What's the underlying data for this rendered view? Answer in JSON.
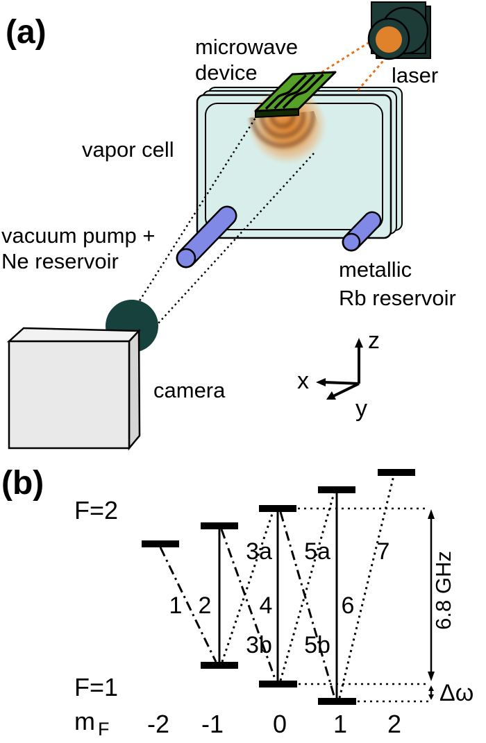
{
  "figure": {
    "panel_a_label": "(a)",
    "panel_b_label": "(b)"
  },
  "panel_a": {
    "microwave_device_line1": "microwave",
    "microwave_device_line2": "device",
    "laser_label": "laser",
    "vapor_cell_label": "vapor cell",
    "vacuum_pump_line1": "vacuum pump +",
    "vacuum_pump_line2": "Ne reservoir",
    "rb_reservoir_line1": "metallic",
    "rb_reservoir_line2": "Rb reservoir",
    "camera_label": "camera",
    "axes": {
      "x": "x",
      "y": "y",
      "z": "z"
    },
    "colors": {
      "cell_fill": "#d8eeea",
      "chip_green": "#56a127",
      "tube_blue": "#8089e6",
      "laser_dark": "#1d3c37",
      "lens_orange": "#e0812c",
      "beam_orange": "#e2731f",
      "camera_gray": "#e9e9e9",
      "camera_lens_teal": "#17413c"
    }
  },
  "panel_b": {
    "f2_label": "F=2",
    "f1_label": "F=1",
    "mf_symbol": "m",
    "mf_subscript": "F",
    "mf_values": [
      "-2",
      "-1",
      "0",
      "1",
      "2"
    ],
    "frequency_label": "6.8 GHz",
    "detuning_label": "Δω",
    "f2_levels_mf": [
      -2,
      -1,
      0,
      1,
      2
    ],
    "f1_levels_mf": [
      -1,
      0,
      1
    ],
    "transitions": [
      {
        "label": "1",
        "from": "F=1, mF=-1",
        "to": "F=2, mF=-2",
        "style": "dash-dot"
      },
      {
        "label": "2",
        "from": "F=1, mF=-1",
        "to": "F=2, mF=-1",
        "style": "solid"
      },
      {
        "label": "3a",
        "from": "F=1, mF=-1",
        "to": "F=2, mF=0",
        "style": "dotted"
      },
      {
        "label": "3b",
        "from": "F=1, mF=0",
        "to": "F=2, mF=-1",
        "style": "dash-dot"
      },
      {
        "label": "4",
        "from": "F=1, mF=0",
        "to": "F=2, mF=0",
        "style": "solid"
      },
      {
        "label": "5a",
        "from": "F=1, mF=0",
        "to": "F=2, mF=1",
        "style": "dotted"
      },
      {
        "label": "5b",
        "from": "F=1, mF=1",
        "to": "F=2, mF=0",
        "style": "dash-dot"
      },
      {
        "label": "6",
        "from": "F=1, mF=1",
        "to": "F=2, mF=1",
        "style": "solid"
      },
      {
        "label": "7",
        "from": "F=1, mF=1",
        "to": "F=2, mF=2",
        "style": "dotted"
      }
    ]
  }
}
